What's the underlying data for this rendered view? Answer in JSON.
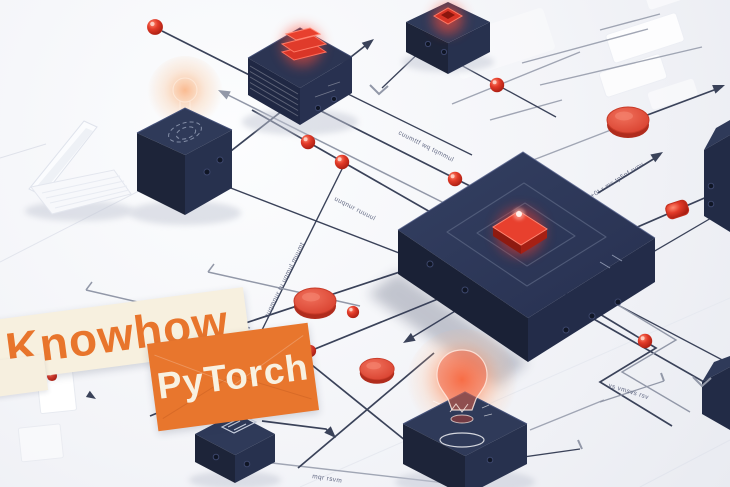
{
  "page": {
    "description": "Isometric illustration of a PyTorch concept circuit: navy chips and cubes connected by lines with red nodes, light bulbs and a laptop"
  },
  "banners": {
    "knowhow": {
      "label": "Knowhow",
      "bg_color": "#f7f0df",
      "text_color": "#e8752c"
    },
    "pytorch": {
      "label": "PyTorch",
      "bg_color": "#e8762d",
      "text_color": "#f8f1e1"
    }
  },
  "palette": {
    "background": "#f3f4f8",
    "cube_top": "#2f3a59",
    "cube_side_dark": "#1d2439",
    "cube_side": "#27314e",
    "line_navy": "#3a4259",
    "line_gray": "#9298a8",
    "node_red": "#e23a28",
    "glow_red": "#ff4b38",
    "glow_orange": "#ff7a46",
    "banner_cream": "#f7f0df",
    "banner_orange": "#e8762d"
  },
  "icons": [
    "laptop-icon",
    "idea-cube-icon",
    "book-stack-cube-icon",
    "layers-cube-icon",
    "cpu-chip-icon",
    "lightbulb-icon",
    "bracket-cube-icon",
    "red-node-icon",
    "red-disc-icon",
    "arrow-icon"
  ],
  "annotations": {
    "a1": "cuumttf wq tqmmul",
    "a2": "+0t r mc tp5nf rvnv",
    "a3": "cuqmnur ru uqmul muumt",
    "a4": "uuqnur ruuuul",
    "a5": "vs vmsvs rsv",
    "a6": "mqr rsvm"
  }
}
